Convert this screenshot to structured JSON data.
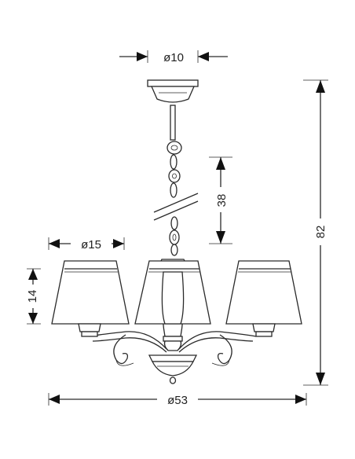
{
  "dimensions": {
    "canopy_diameter": "ø10",
    "chain_length": "38",
    "shade_diameter": "ø15",
    "shade_height": "14",
    "total_height": "82",
    "total_diameter": "ø53"
  }
}
